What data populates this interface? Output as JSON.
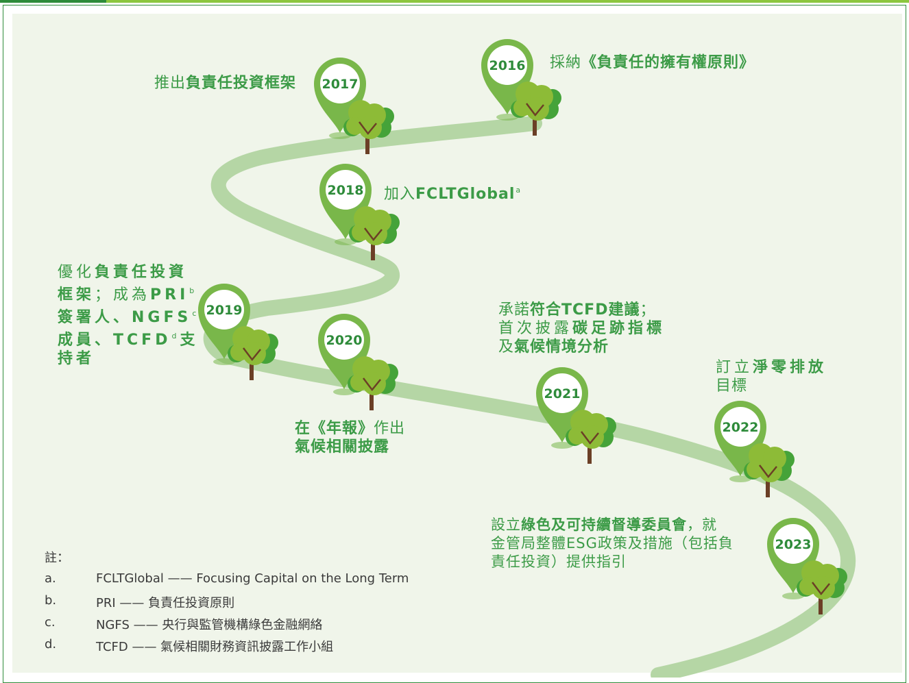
{
  "colors": {
    "accent_dark": "#2e8b3a",
    "accent_light": "#8cc63f",
    "panel": "#f0f5ea",
    "road": "#b5d6a5",
    "pin": "#79b74a",
    "text_green": "#3c9b47",
    "tree_leaf_1": "#8dbb37",
    "tree_leaf_2": "#45a339",
    "tree_trunk": "#6b3f26"
  },
  "milestones": [
    {
      "year": "2016",
      "pre": "採納",
      "bold": "《負責任的擁有權原則》",
      "mid": "",
      "sup": ""
    },
    {
      "year": "2017",
      "pre": "推出",
      "bold": "負責任投資框架",
      "mid": "",
      "sup": ""
    },
    {
      "year": "2018",
      "pre": "加入",
      "bold": "FCLTGlobal",
      "mid": "",
      "sup": "a"
    },
    {
      "year": "2019",
      "l1a": "優化",
      "l1b": "負責任投資",
      "l2a": "框架",
      "l2b": "；成為",
      "l2c": "PRI",
      "l2sup": "b",
      "l3a": "簽署人、",
      "l3b": "NGFS",
      "l3sup": "c",
      "l4a": "成員、",
      "l4b": "TCFD",
      "l4sup": "d",
      "l4c": "支",
      "l5a": "持者"
    },
    {
      "year": "2020",
      "l1a": "在",
      "l1b": "《年報》",
      "l1c": "作出",
      "l2a": "氣候相關披露"
    },
    {
      "year": "2021",
      "l1a": "承諾",
      "l1b": "符合TCFD建議",
      "l1c": "；",
      "l2a": "首次披露",
      "l2b": "碳足跡指標",
      "l3a": "及",
      "l3b": "氣候情境分析"
    },
    {
      "year": "2022",
      "l1a": "訂立",
      "l1b": "淨零排放",
      "l2a": "目標"
    },
    {
      "year": "2023",
      "l1a": "設立",
      "l1b": "綠色及可持續督導委員會",
      "l1c": "，就",
      "l2a": "金管局整體ESG政策及措施（包括負",
      "l3a": "責任投資）提供指引"
    }
  ],
  "notes": {
    "heading": "註：",
    "items": [
      {
        "key": "a.",
        "text": "FCLTGlobal —— Focusing Capital on the Long Term"
      },
      {
        "key": "b.",
        "text": "PRI —— 負責任投資原則"
      },
      {
        "key": "c.",
        "text": "NGFS —— 央行與監管機構綠色金融網絡"
      },
      {
        "key": "d.",
        "text": "TCFD —— 氣候相關財務資訊披露工作小組"
      }
    ]
  }
}
